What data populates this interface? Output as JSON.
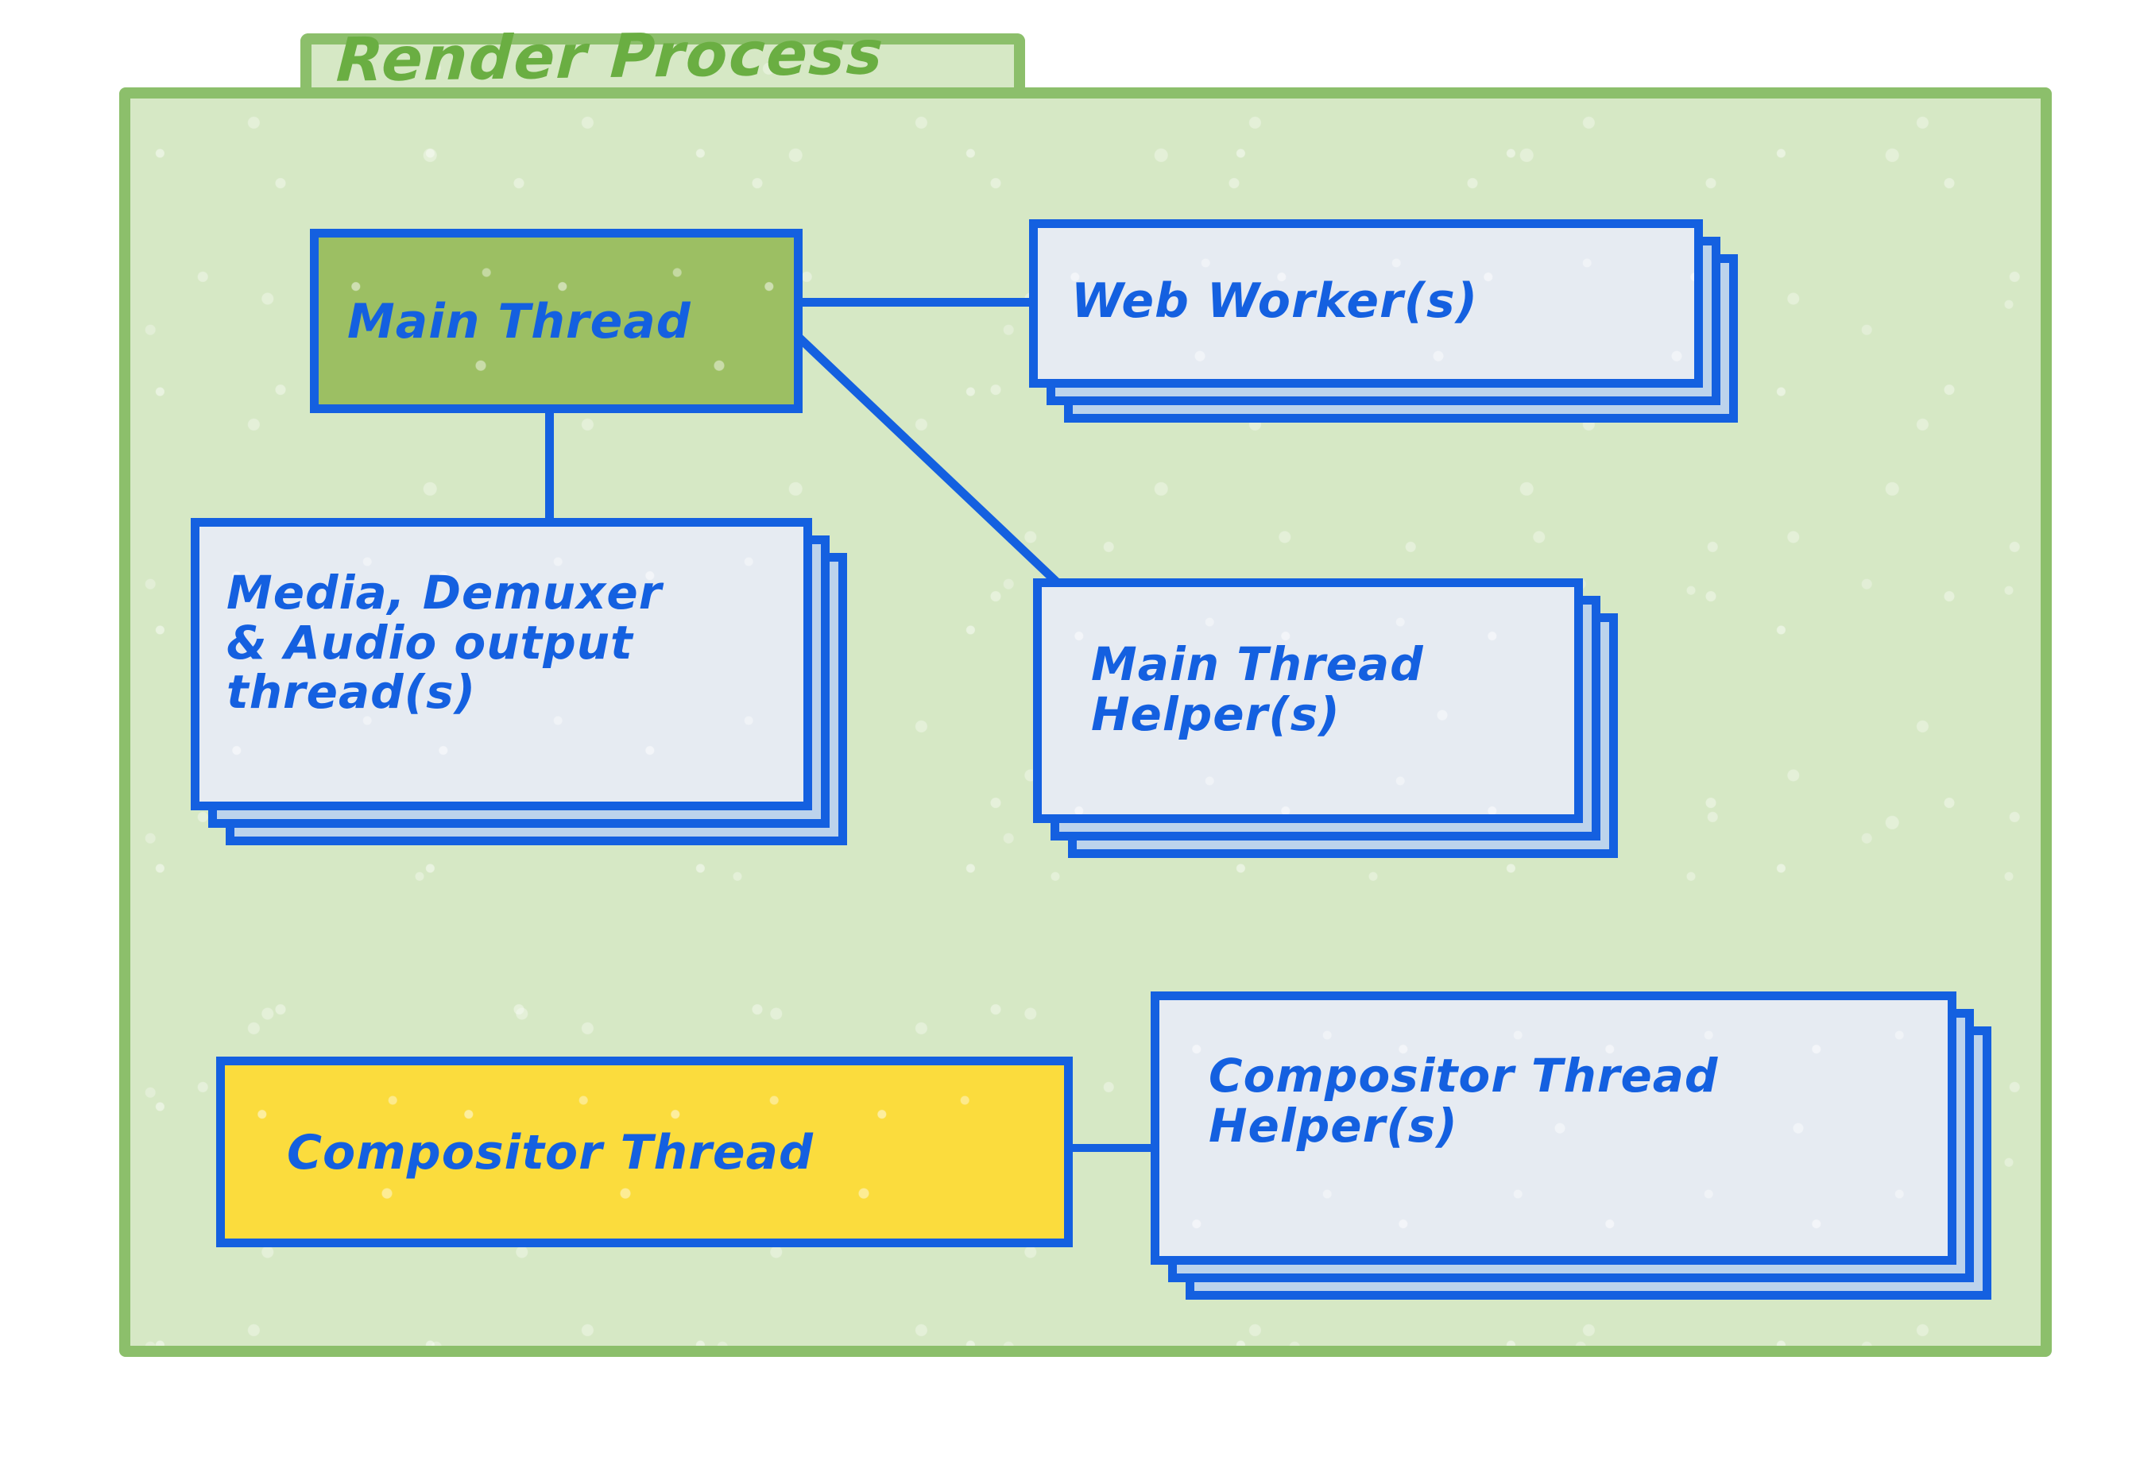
{
  "diagram": {
    "title": "Render Process",
    "type": "process-thread-architecture",
    "container": {
      "label": "Render Process",
      "fill_color": "#D6E8C5",
      "border_color": "#8CBF6B",
      "title_color": "#6AAE42"
    },
    "palette": {
      "node_border": "#1460E0",
      "node_text": "#1460E0",
      "main_thread_fill": "#9CBF63",
      "default_fill": "#E6EBF2",
      "stack_fill": "#BCD3EC",
      "compositor_fill": "#FBDC3D"
    },
    "nodes": [
      {
        "id": "main-thread",
        "label": "Main Thread",
        "fill": "#9CBF63",
        "stacked": false,
        "stack_count": 0
      },
      {
        "id": "web-worker",
        "label": "Web Worker(s)",
        "fill": "#E6EBF2",
        "stacked": true,
        "stack_count": 2
      },
      {
        "id": "media-thread",
        "label": "Media, Demuxer\n& Audio output\n    thread(s)",
        "fill": "#E6EBF2",
        "stacked": true,
        "stack_count": 2
      },
      {
        "id": "main-thread-helper",
        "label": "Main Thread\nHelper(s)",
        "fill": "#E6EBF2",
        "stacked": true,
        "stack_count": 2
      },
      {
        "id": "compositor-thread",
        "label": "Compositor Thread",
        "fill": "#FBDC3D",
        "stacked": false,
        "stack_count": 0
      },
      {
        "id": "compositor-helper",
        "label": "Compositor Thread\n   Helper(s)",
        "fill": "#E6EBF2",
        "stacked": true,
        "stack_count": 2
      }
    ],
    "connections": [
      {
        "from": "main-thread",
        "to": "web-worker",
        "style": "horizontal"
      },
      {
        "from": "main-thread",
        "to": "main-thread-helper",
        "style": "diagonal"
      },
      {
        "from": "main-thread",
        "to": "media-thread",
        "style": "vertical"
      },
      {
        "from": "compositor-thread",
        "to": "compositor-helper",
        "style": "horizontal"
      }
    ]
  }
}
